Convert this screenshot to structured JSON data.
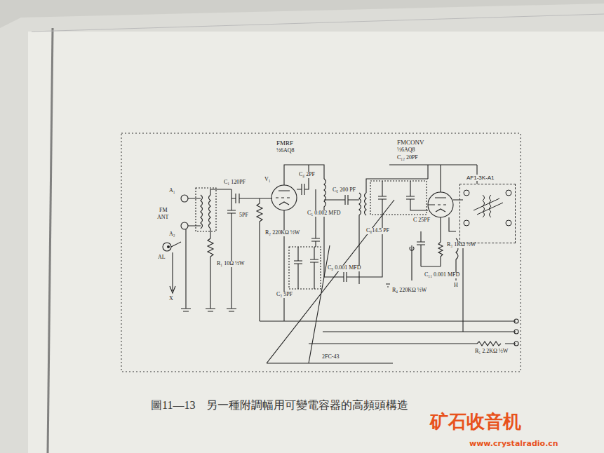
{
  "diagram": {
    "caption": "圖11—13　另一種附調幅用可變電容器的高頻頭構造",
    "nodes": [
      {
        "text": [
          "AF1-3K-A1"
        ]
      }
    ],
    "edges": [],
    "labels": [
      "FMRF",
      "½6AQ8",
      "V₁",
      "C₄ 2PF",
      "A₁",
      "FM",
      "ANT",
      "A₂",
      "C₁ 120PF",
      "5PF",
      "R₂ 220KΩ ½W",
      "R₁ 10Ω ½W",
      "C₅ 0.002 MFD",
      "C₆ 200 PF",
      "C₃ 5PF",
      "C₉ 0.001 MFD",
      "C₈14.5 PF",
      "FMCONV",
      "½6AQ8",
      "C₁₂ 20PF",
      "C 25PF",
      "R₃ 1KΩ ½W",
      "R₄ 220KΩ ½W",
      "C₁₁ 0.001 MFD",
      "H",
      "AL",
      "X",
      "R₅ 2.2KΩ ½W",
      "2FC-43",
      "矿石收音机",
      "www.crystalradio.cn"
    ]
  }
}
